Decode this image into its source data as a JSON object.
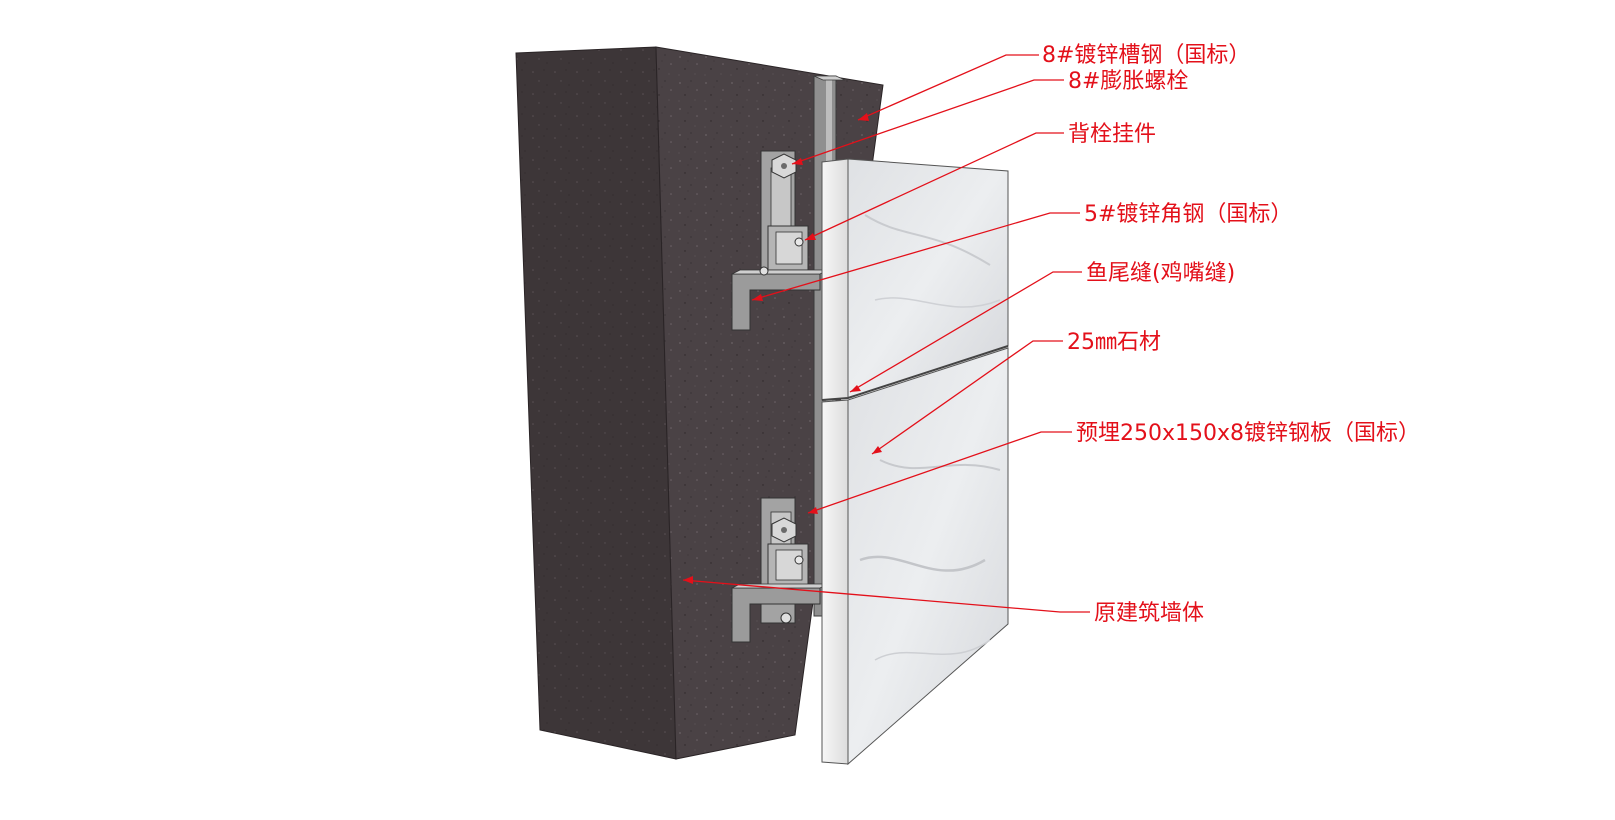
{
  "colors": {
    "annotation": "#e3101a",
    "wall": "#4a4245",
    "wall_side": "#3b3436",
    "stone": "#e9eaec",
    "steel": "#9a9a9a"
  },
  "labels": {
    "channel_steel": "8#镀锌槽钢（国标）",
    "expansion_bolt": "8#膨胀螺栓",
    "back_bolt_hanger": "背栓挂件",
    "angle_steel": "5#镀锌角钢（国标）",
    "fishtail_joint": "鱼尾缝(鸡嘴缝)",
    "stone_25mm": "25㎜石材",
    "embedded_plate": "预埋250x150x8镀锌钢板（国标）",
    "original_wall": "原建筑墙体"
  }
}
